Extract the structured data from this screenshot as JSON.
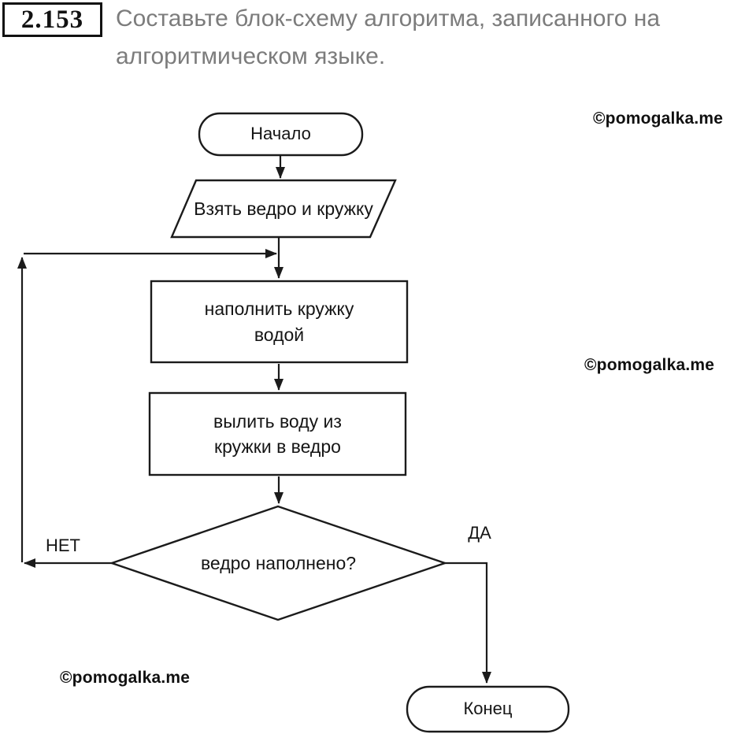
{
  "header": {
    "number": "2.153",
    "text": "Составьте блок-схему алгоритма, записанного на алгоритмическом языке."
  },
  "watermark": "©pomogalka.me",
  "flowchart": {
    "start": "Начало",
    "input": "Взять ведро и кружку",
    "process1": "наполнить кружку\nводой",
    "process2": "вылить воду из\nкружки в ведро",
    "decision": "ведро наполнено?",
    "label_no": "НЕТ",
    "label_yes": "ДА",
    "end": "Конец"
  },
  "colors": {
    "line": "#1b1b1b",
    "text": "#151515",
    "heading_gray": "#7c7c7c",
    "background": "#ffffff"
  }
}
